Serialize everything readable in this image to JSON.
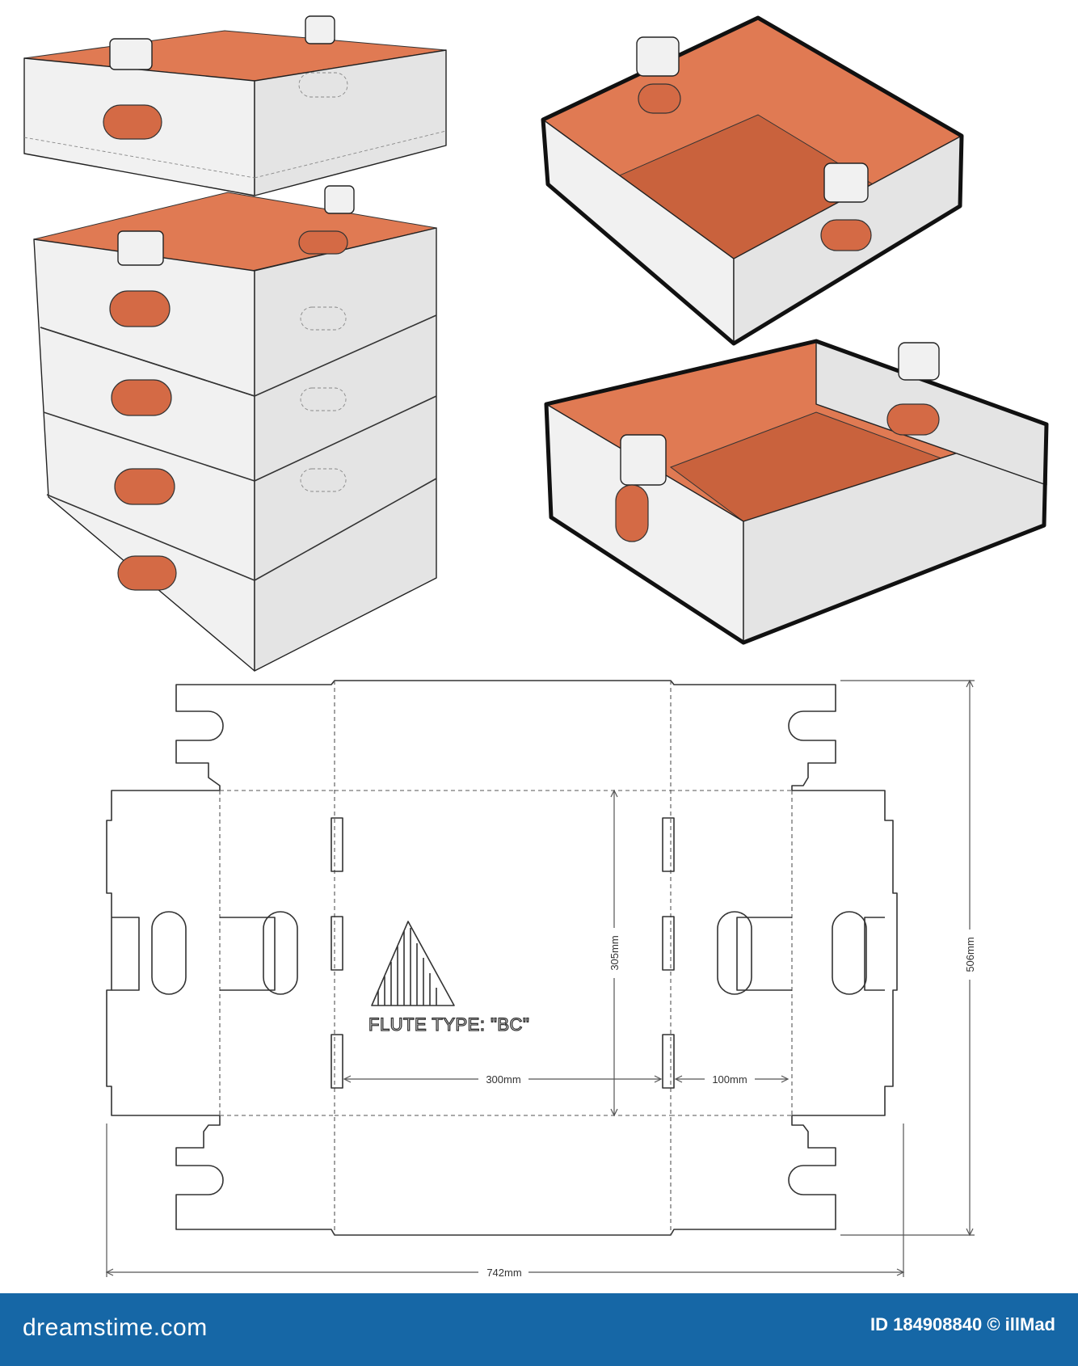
{
  "dieline": {
    "flute_label": "FLUTE TYPE: \"BC\"",
    "dimensions": {
      "total_width": "742mm",
      "total_height": "506mm",
      "base_width": "300mm",
      "base_height": "305mm",
      "side_depth": "100mm"
    }
  },
  "footer": {
    "brand": "dreamstime.com",
    "image_id": "ID 184908840 © illMad"
  },
  "colors": {
    "footer_bg": "#1667a6",
    "interior": "#e07a53",
    "exterior": "#f1f1f1"
  }
}
